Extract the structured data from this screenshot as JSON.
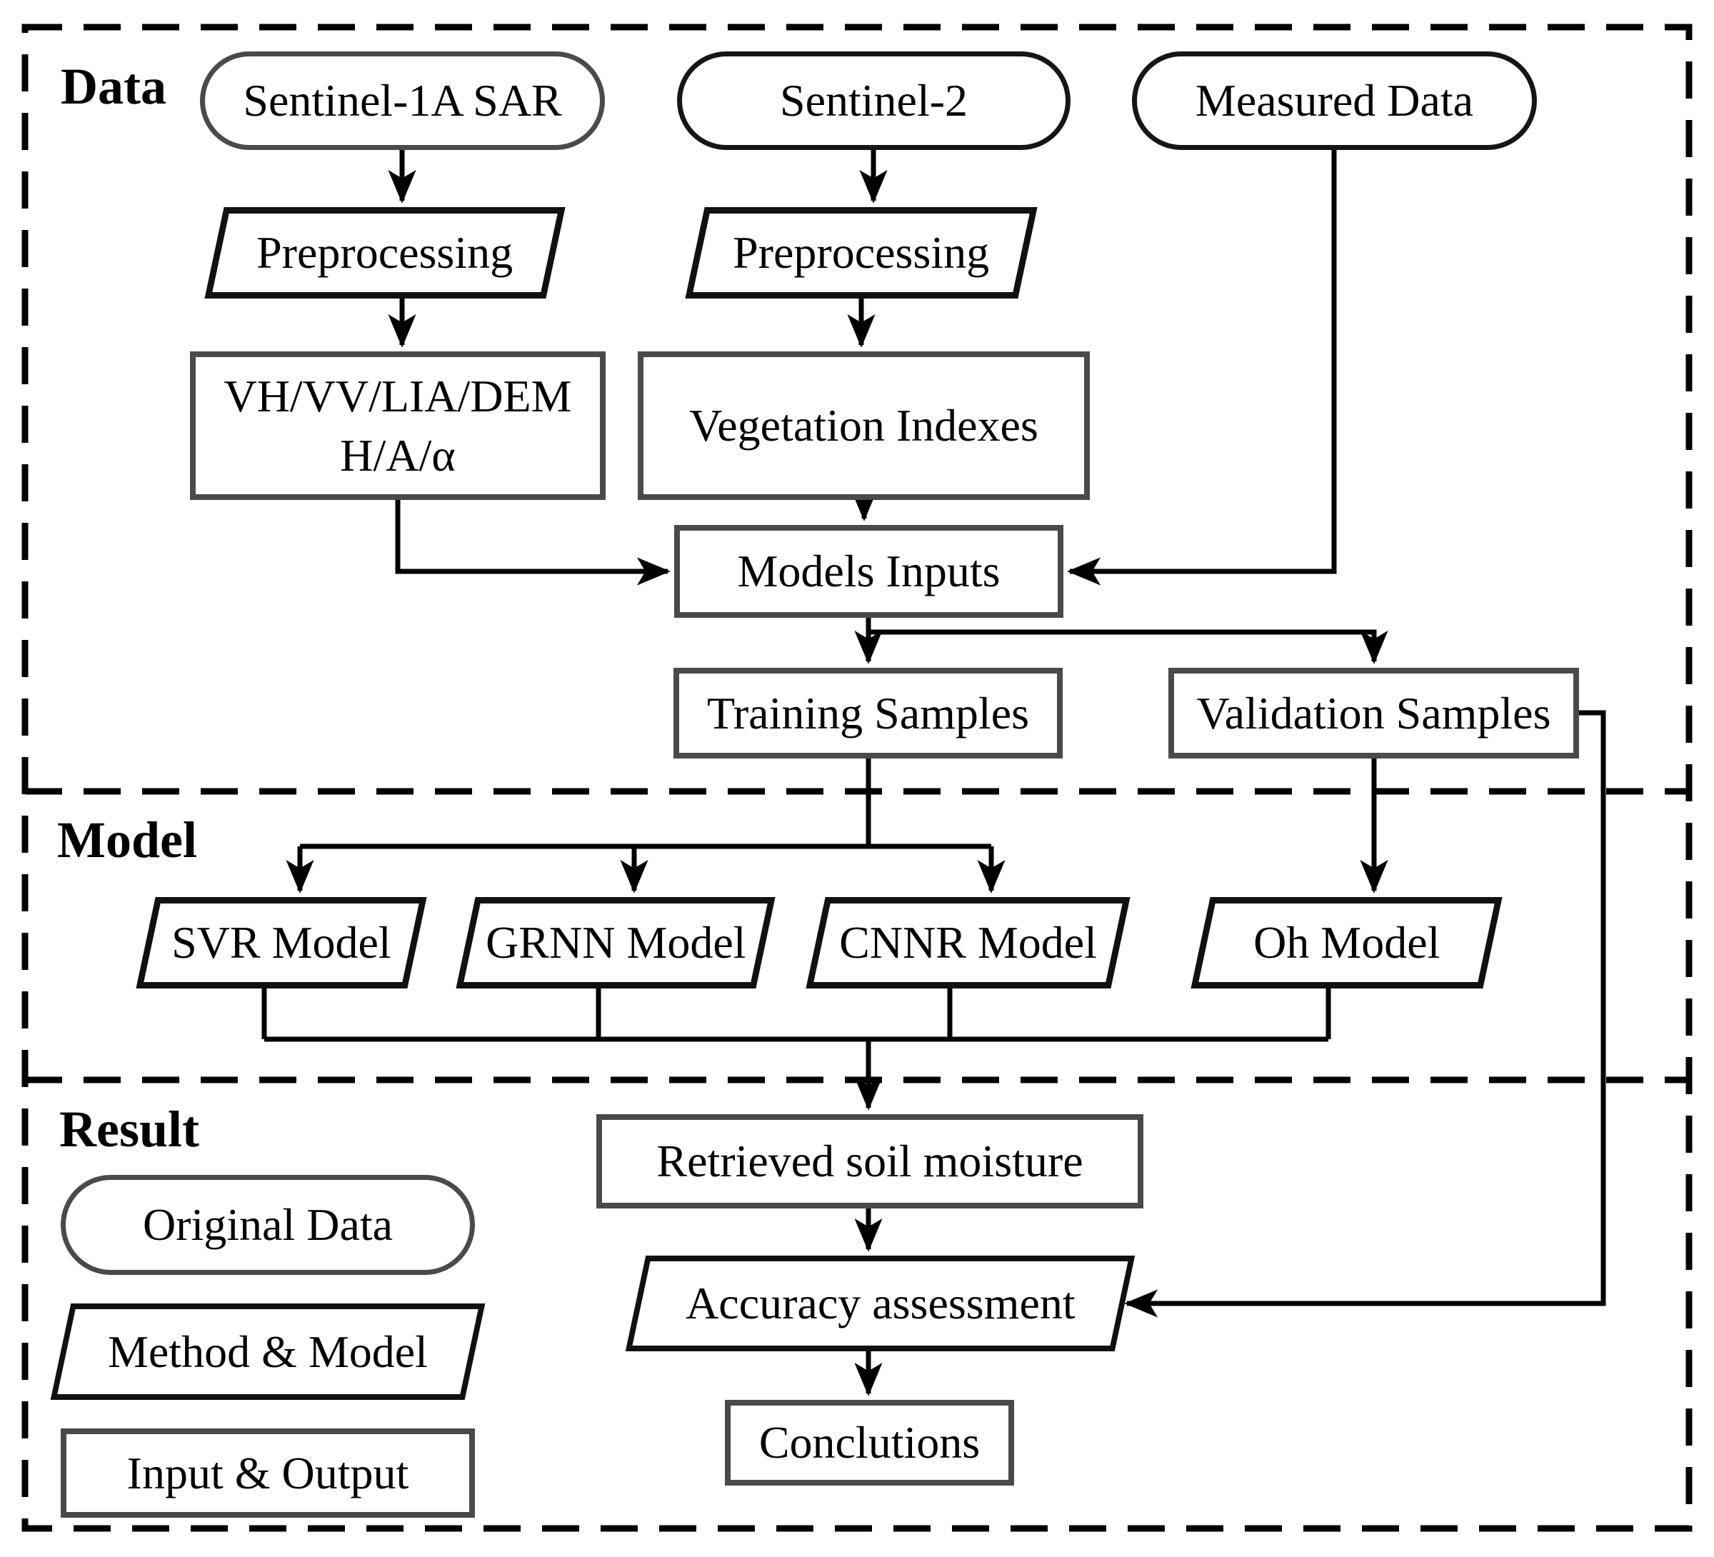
{
  "sections": {
    "data": {
      "label": "Data"
    },
    "model": {
      "label": "Model"
    },
    "result": {
      "label": "Result"
    }
  },
  "nodes": {
    "sentinel1": {
      "label": "Sentinel-1A SAR",
      "shape": "stadium"
    },
    "sentinel2": {
      "label": "Sentinel-2",
      "shape": "stadium"
    },
    "measured_data": {
      "label": "Measured Data",
      "shape": "stadium"
    },
    "preprocessing_sar": {
      "label": "Preprocessing",
      "shape": "parallelogram"
    },
    "preprocessing_s2": {
      "label": "Preprocessing",
      "shape": "parallelogram"
    },
    "sar_features": {
      "line1": "VH/VV/LIA/DEM",
      "line2": "H/A/α",
      "shape": "rectangle"
    },
    "vegetation_indexes": {
      "label": "Vegetation Indexes",
      "shape": "rectangle"
    },
    "models_inputs": {
      "label": "Models Inputs",
      "shape": "rectangle"
    },
    "training_samples": {
      "label": "Training Samples",
      "shape": "rectangle"
    },
    "validation_samples": {
      "label": "Validation Samples",
      "shape": "rectangle"
    },
    "svr_model": {
      "label": "SVR Model",
      "shape": "parallelogram"
    },
    "grnn_model": {
      "label": "GRNN Model",
      "shape": "parallelogram"
    },
    "cnnr_model": {
      "label": "CNNR Model",
      "shape": "parallelogram"
    },
    "oh_model": {
      "label": "Oh Model",
      "shape": "parallelogram"
    },
    "retrieved_soil_moisture": {
      "label": "Retrieved soil moisture",
      "shape": "rectangle"
    },
    "accuracy_assessment": {
      "label": "Accuracy assessment",
      "shape": "parallelogram"
    },
    "conclusions": {
      "label": "Conclutions",
      "shape": "rectangle"
    }
  },
  "legend": {
    "original_data": {
      "label": "Original Data",
      "shape": "stadium"
    },
    "method_model": {
      "label": "Method & Model",
      "shape": "parallelogram"
    },
    "input_output": {
      "label": "Input & Output",
      "shape": "rectangle"
    }
  },
  "colors": {
    "line": "#000000",
    "border_black": "#161616",
    "border_gray": "#4a4a4a",
    "background": "#ffffff",
    "text": "#000000"
  }
}
